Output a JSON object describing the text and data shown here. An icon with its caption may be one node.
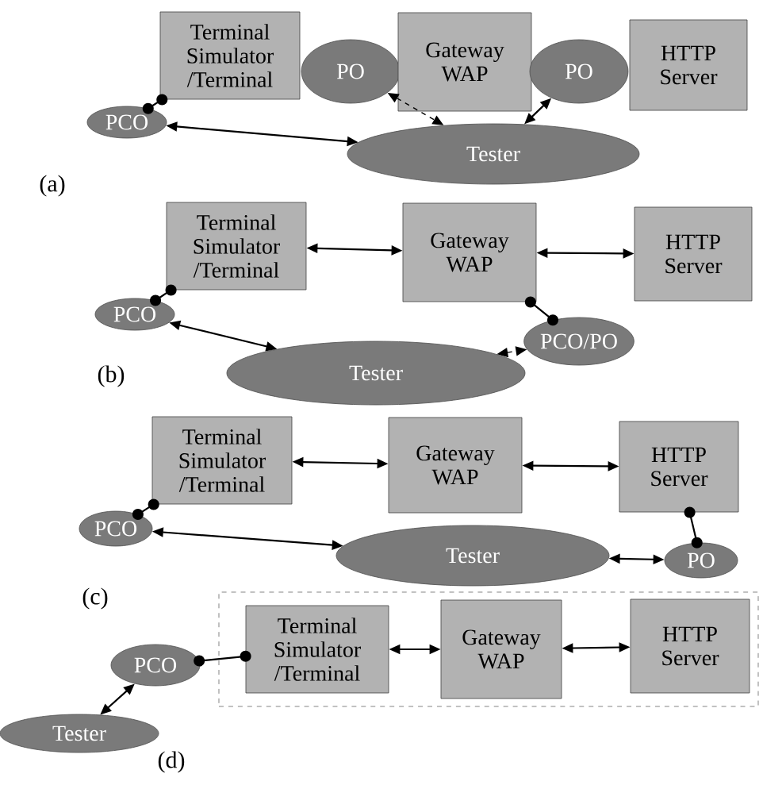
{
  "diagram": {
    "nodes": [
      {
        "text": [
          "Terminal Simulator /Terminal"
        ]
      },
      {
        "text": [
          "PO"
        ]
      },
      {
        "text": [
          "Gateway WAP"
        ]
      },
      {
        "text": [
          "PO"
        ]
      },
      {
        "text": [
          "HTTP Server"
        ]
      },
      {
        "text": [
          "PCO"
        ]
      },
      {
        "text": [
          "Tester"
        ]
      },
      {
        "text": [
          "Terminal Simulator /Terminal"
        ]
      },
      {
        "text": [
          "Gateway WAP"
        ]
      },
      {
        "text": [
          "HTTP Server"
        ]
      },
      {
        "text": [
          "PCO"
        ]
      },
      {
        "text": [
          "PCO/PO"
        ]
      },
      {
        "text": [
          "Tester"
        ]
      },
      {
        "text": [
          "Terminal Simulator /Terminal"
        ]
      },
      {
        "text": [
          "Gateway WAP"
        ]
      },
      {
        "text": [
          "HTTP Server"
        ]
      },
      {
        "text": [
          "PCO"
        ]
      },
      {
        "text": [
          "Tester"
        ]
      },
      {
        "text": [
          "PO"
        ]
      },
      {
        "text": [],
        "shape": "box"
      },
      {
        "text": [
          "Terminal Simulator /Terminal"
        ],
        "in": 19
      },
      {
        "text": [
          "Gateway WAP"
        ],
        "in": 19
      },
      {
        "text": [
          "HTTP Server"
        ],
        "in": 19
      },
      {
        "text": [
          "PCO"
        ]
      },
      {
        "text": [
          "Tester"
        ]
      }
    ],
    "edges": [
      {
        "from": 5,
        "to": 0,
        "arrow": "other"
      },
      {
        "from": 5,
        "to": 6,
        "arrow": "both"
      },
      {
        "from": 1,
        "to": 6,
        "arrow": "both",
        "style": "dashed"
      },
      {
        "from": 3,
        "to": 6,
        "arrow": "both"
      },
      {
        "from": 10,
        "to": 7,
        "arrow": "other"
      },
      {
        "from": 7,
        "to": 8,
        "arrow": "both"
      },
      {
        "from": 8,
        "to": 9,
        "arrow": "both"
      },
      {
        "from": 8,
        "to": 11,
        "arrow": "other"
      },
      {
        "from": 10,
        "to": 12,
        "arrow": "both"
      },
      {
        "from": 12,
        "to": 11,
        "arrow": "both",
        "style": "dashed"
      },
      {
        "from": 16,
        "to": 13,
        "arrow": "other"
      },
      {
        "from": 13,
        "to": 14,
        "arrow": "both"
      },
      {
        "from": 14,
        "to": 15,
        "arrow": "both"
      },
      {
        "from": 15,
        "to": 18,
        "arrow": "other"
      },
      {
        "from": 16,
        "to": 17,
        "arrow": "both"
      },
      {
        "from": 17,
        "to": 18,
        "arrow": "both"
      },
      {
        "from": 23,
        "to": 20,
        "arrow": "other"
      },
      {
        "from": 20,
        "to": 21,
        "arrow": "both"
      },
      {
        "from": 21,
        "to": 22,
        "arrow": "both"
      },
      {
        "from": 23,
        "to": 24,
        "arrow": "both"
      }
    ],
    "labels": [
      "(a)",
      "(b)",
      "(c)",
      "(d)"
    ]
  }
}
